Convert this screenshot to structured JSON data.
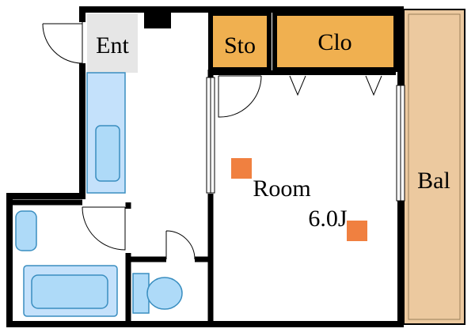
{
  "labels": {
    "entrance": "Ent",
    "storage": "Sto",
    "closet": "Clo",
    "balcony": "Bal",
    "room": "Room",
    "room_size": "6.0J"
  },
  "colors": {
    "wall": "#000000",
    "entrance_floor": "#e6e6e6",
    "storage": "#f0b050",
    "balcony": "#ecc99f",
    "fixture_fill": "#aedaf8",
    "fixture_stroke": "#3a8ec0",
    "kitchen_counter": "#c4e1fb",
    "marker": "#f08040"
  }
}
